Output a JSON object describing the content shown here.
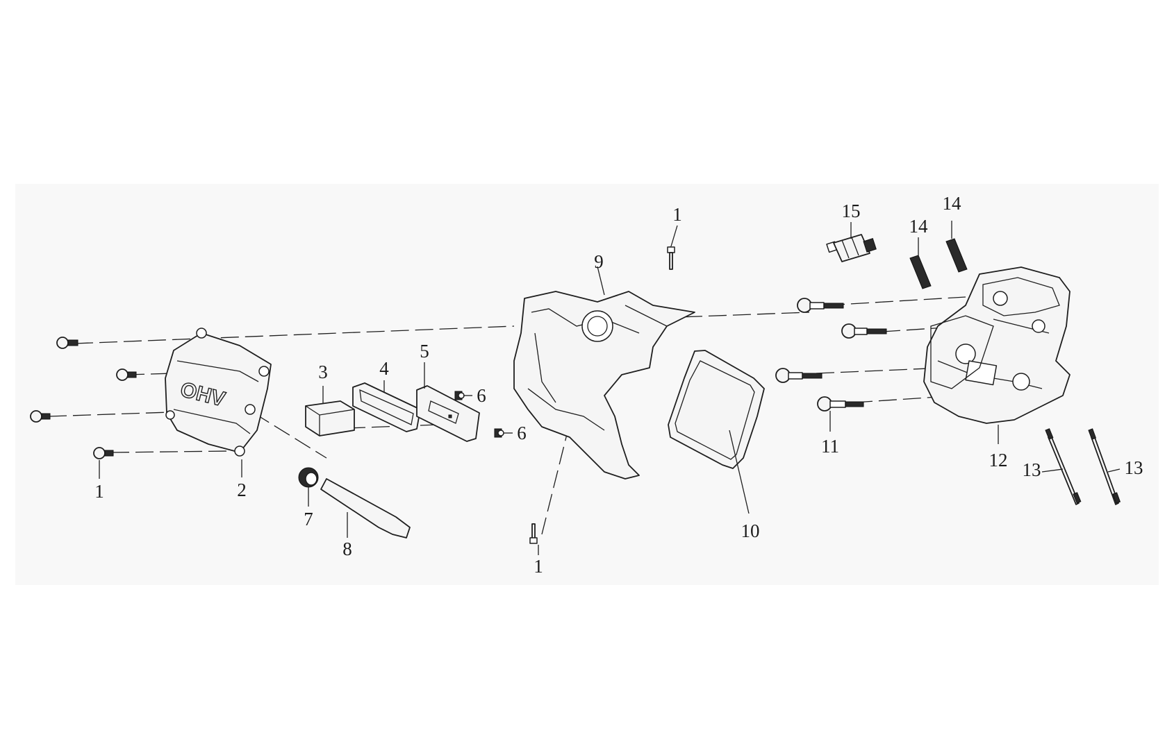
{
  "callouts": [
    {
      "id": "c1a",
      "label": "1"
    },
    {
      "id": "c1b",
      "label": "1"
    },
    {
      "id": "c1c",
      "label": "1"
    },
    {
      "id": "c2",
      "label": "2"
    },
    {
      "id": "c3",
      "label": "3"
    },
    {
      "id": "c4",
      "label": "4"
    },
    {
      "id": "c5",
      "label": "5"
    },
    {
      "id": "c6a",
      "label": "6"
    },
    {
      "id": "c6b",
      "label": "6"
    },
    {
      "id": "c7",
      "label": "7"
    },
    {
      "id": "c8",
      "label": "8"
    },
    {
      "id": "c9",
      "label": "9"
    },
    {
      "id": "c10",
      "label": "10"
    },
    {
      "id": "c11",
      "label": "11"
    },
    {
      "id": "c12",
      "label": "12"
    },
    {
      "id": "c13a",
      "label": "13"
    },
    {
      "id": "c13b",
      "label": "13"
    },
    {
      "id": "c14a",
      "label": "14"
    },
    {
      "id": "c14b",
      "label": "14"
    },
    {
      "id": "c15",
      "label": "15"
    }
  ],
  "cover_emboss": "OHV"
}
